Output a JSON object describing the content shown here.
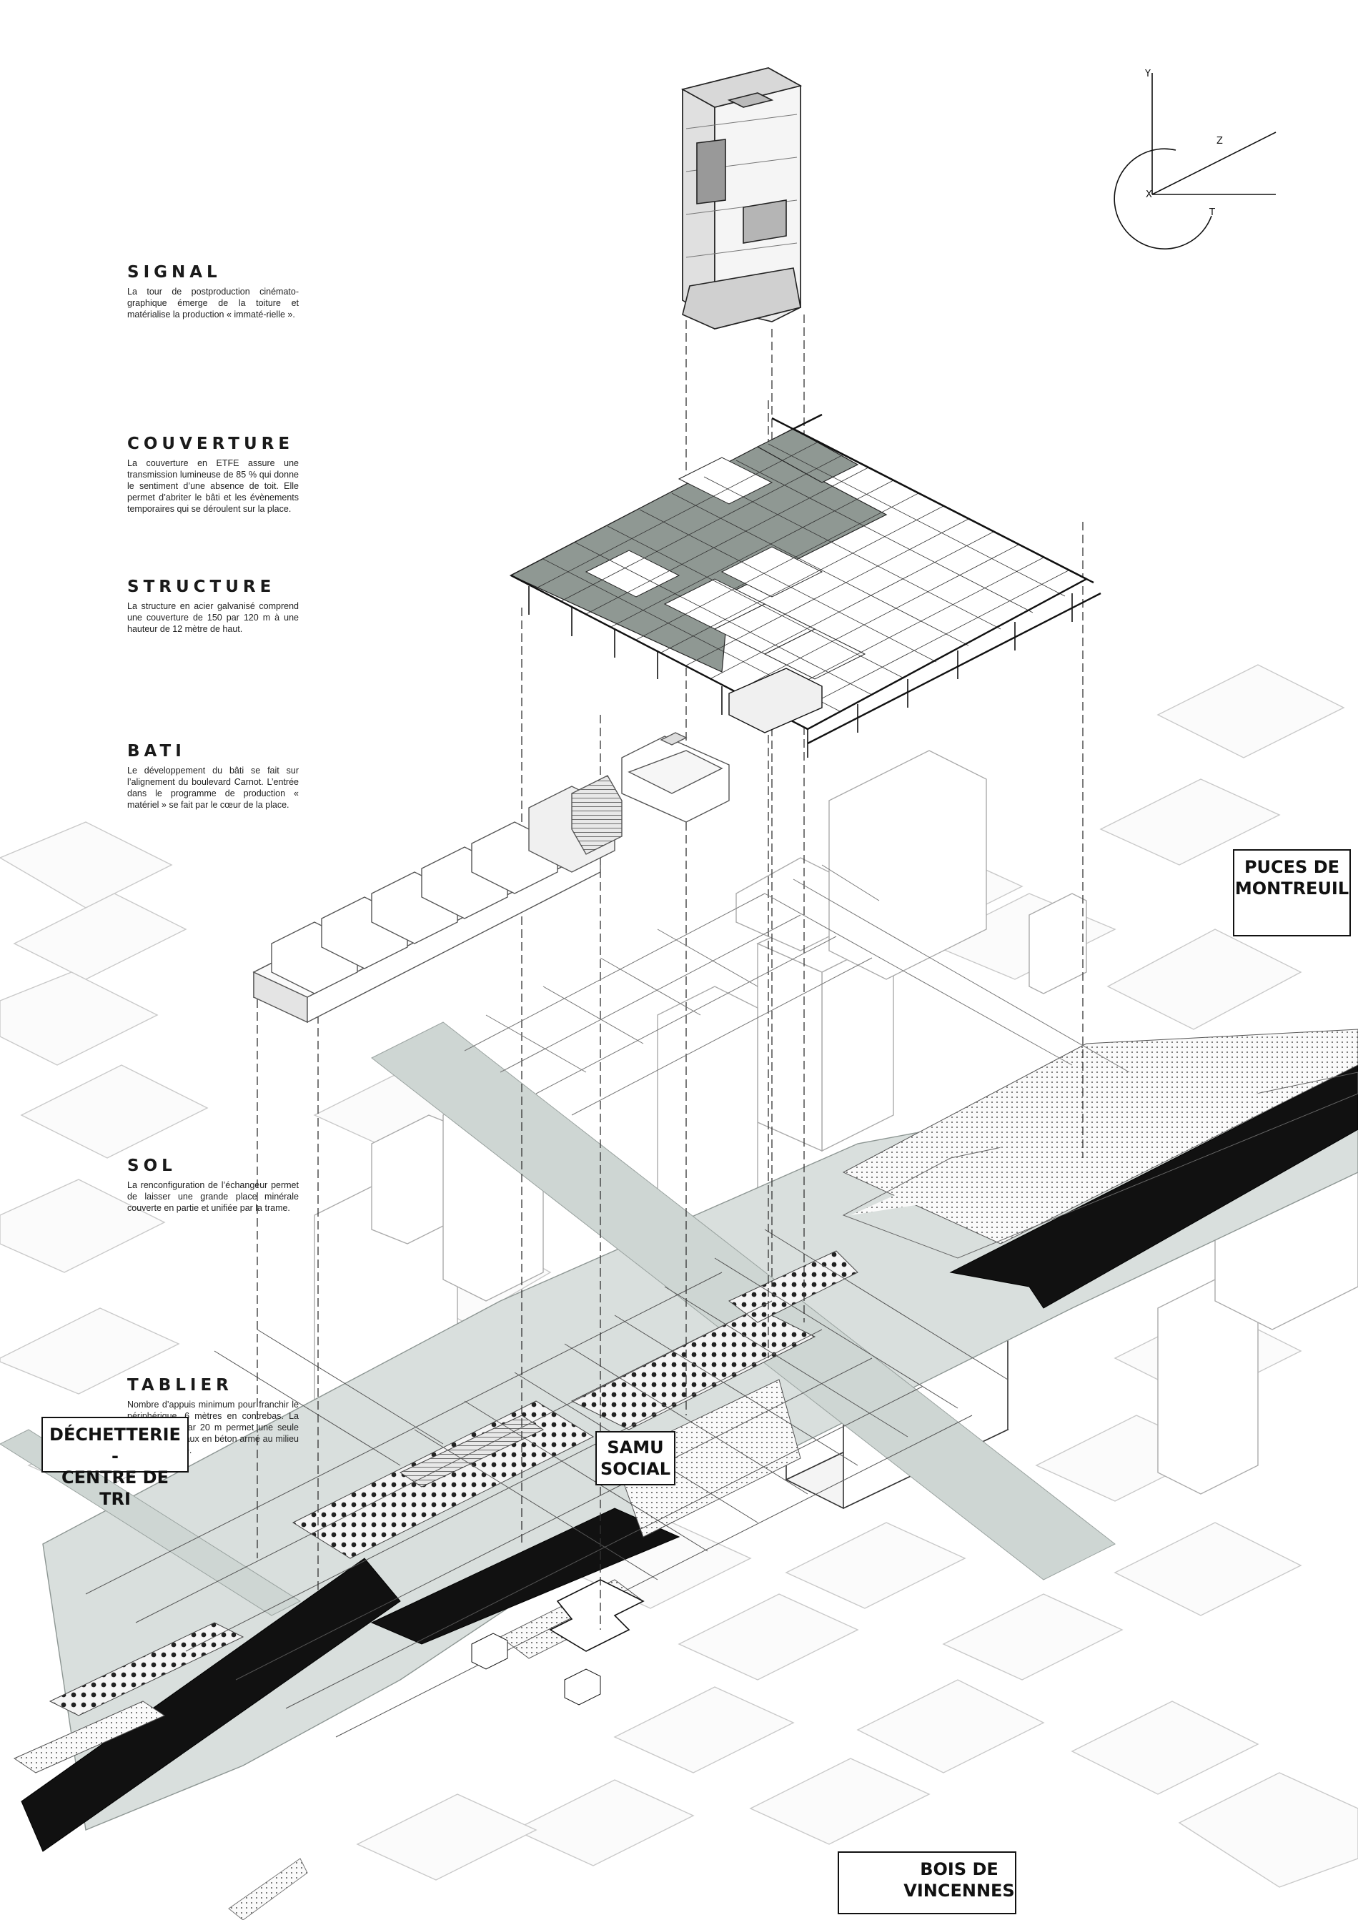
{
  "legend": [
    {
      "title": "SIGNAL",
      "text": "La tour de postproduction cinémato-graphique émerge de la toiture et matérialise la production « immaté-rielle »."
    },
    {
      "title": "COUVERTURE",
      "text": "La couverture en ETFE assure une transmission lumineuse de 85 % qui donne le sentiment d’une absence de toit. Elle permet d’abriter le bâti et les évènements temporaires qui se déroulent sur la place."
    },
    {
      "title": "STRUCTURE",
      "text": "La structure en acier galvanisé comprend une couverture de 150 par 120 m à une hauteur de 12 mètre de haut."
    },
    {
      "title": "BATI",
      "text": "Le développement du bâti se fait sur l’alignement du boulevard Carnot. L’entrée dans le programme de production « matériel » se fait par le cœur de la place."
    },
    {
      "title": "SOL",
      "text": "La renconfiguration de l’échangeur permet de laisser une grande place minérale couverte en partie et unifiée par la trame."
    },
    {
      "title": "TABLIER",
      "text": "Nombre d’appuis minimum pour franchir le périphérique, 6 mètres en contrebas. La trame de 20 par 20 m permet une seule travée de poteaux en béton armé au milieu du périphérique."
    }
  ],
  "places": {
    "puces": {
      "line1": "PUCES DE",
      "line2": "MONTREUIL"
    },
    "dechetterie": {
      "line1": "DÉCHETTERIE -",
      "line2": "CENTRE DE TRI"
    },
    "samu": {
      "line1": "SAMU",
      "line2": "SOCIAL"
    },
    "bois": {
      "line1": "BOIS DE",
      "line2": "VINCENNES"
    }
  },
  "axes": {
    "y": "Y",
    "z": "Z",
    "x": "X",
    "t": "T"
  },
  "colors": {
    "ink": "#1a1a1a",
    "road": "#0d0d0d",
    "concrete": "#b9c2bf",
    "plaza": "#d6dcda",
    "roof": "#7d8580",
    "city": "#c8c8c8"
  }
}
